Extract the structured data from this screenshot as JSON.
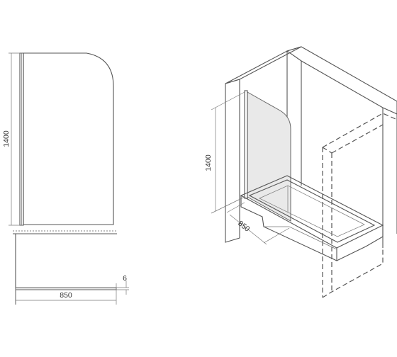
{
  "front_view": {
    "height_label": "1400"
  },
  "plan_view": {
    "width_label": "850",
    "thickness_label": "6"
  },
  "iso_view": {
    "height_label": "1400",
    "width_label": "850"
  },
  "colors": {
    "line": "#555555",
    "glass": "#e9e9e9",
    "background": "#ffffff"
  }
}
